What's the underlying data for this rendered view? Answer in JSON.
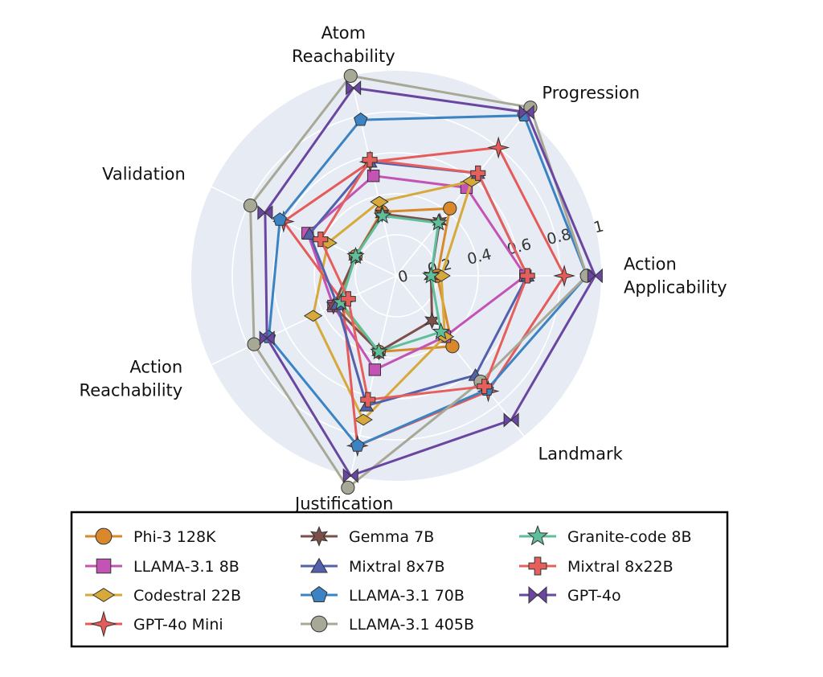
{
  "chart_data": {
    "type": "radar",
    "axes": [
      {
        "name": "Action Applicability",
        "lines": [
          "Action",
          "Applicability"
        ]
      },
      {
        "name": "Progression",
        "lines": [
          "Progression"
        ]
      },
      {
        "name": "Atom Reachability",
        "lines": [
          "Atom",
          "Reachability"
        ]
      },
      {
        "name": "Validation",
        "lines": [
          "Validation"
        ]
      },
      {
        "name": "Action Reachability",
        "lines": [
          "Action",
          "Reachability"
        ]
      },
      {
        "name": "Justification",
        "lines": [
          "Justification"
        ]
      },
      {
        "name": "Landmark",
        "lines": [
          "Landmark"
        ]
      }
    ],
    "rlim": [
      0,
      1
    ],
    "r_ticks": [
      0,
      0.2,
      0.4,
      0.6,
      0.8,
      1
    ],
    "r_tick_labels": [
      "0",
      "0.2",
      "0.4",
      "0.6",
      "0.8",
      "1"
    ],
    "grid": true,
    "legend_position": "bottom",
    "series": [
      {
        "name": "Phi-3 128K",
        "color": "#d9892b",
        "marker": "circle",
        "values": [
          0.2,
          0.42,
          0.32,
          0.22,
          0.31,
          0.38,
          0.44
        ]
      },
      {
        "name": "LLAMA-3.1 8B",
        "color": "#c353b4",
        "marker": "square",
        "values": [
          0.63,
          0.55,
          0.5,
          0.48,
          0.34,
          0.47,
          0.38
        ]
      },
      {
        "name": "Codestral 22B",
        "color": "#d6a93a",
        "marker": "diamond",
        "values": [
          0.22,
          0.59,
          0.37,
          0.37,
          0.45,
          0.72,
          0.38
        ]
      },
      {
        "name": "GPT-4o Mini",
        "color": "#e55b5a",
        "marker": "star4",
        "values": [
          0.82,
          0.8,
          0.57,
          0.61,
          0.29,
          0.85,
          0.72
        ]
      },
      {
        "name": "Gemma 7B",
        "color": "#7b4f4a",
        "marker": "star6",
        "values": [
          0.17,
          0.34,
          0.31,
          0.22,
          0.34,
          0.38,
          0.28
        ]
      },
      {
        "name": "Mixtral 8x7B",
        "color": "#5361ac",
        "marker": "triangle",
        "values": [
          0.64,
          0.64,
          0.57,
          0.47,
          0.32,
          0.65,
          0.62
        ]
      },
      {
        "name": "LLAMA-3.1 70B",
        "color": "#3b83c3",
        "marker": "pentagon",
        "values": [
          0.93,
          1.0,
          0.78,
          0.63,
          0.69,
          0.85,
          0.71
        ]
      },
      {
        "name": "LLAMA-3.1 405B",
        "color": "#a8a897",
        "marker": "circle",
        "values": [
          0.93,
          1.05,
          1.0,
          0.79,
          0.77,
          1.06,
          0.66
        ]
      },
      {
        "name": "Granite-code 8B",
        "color": "#5fbf9a",
        "marker": "star5",
        "values": [
          0.17,
          0.33,
          0.3,
          0.22,
          0.3,
          0.38,
          0.35
        ]
      },
      {
        "name": "Mixtral 8x22B",
        "color": "#e5605c",
        "marker": "plus",
        "values": [
          0.64,
          0.64,
          0.58,
          0.41,
          0.26,
          0.62,
          0.69
        ]
      },
      {
        "name": "GPT-4o",
        "color": "#6a46a0",
        "marker": "bowtie",
        "values": [
          0.97,
          1.02,
          0.94,
          0.71,
          0.7,
          1.0,
          0.9
        ]
      }
    ],
    "legend_columns": [
      [
        "Phi-3 128K",
        "LLAMA-3.1 8B",
        "Codestral 22B",
        "GPT-4o Mini"
      ],
      [
        "Gemma 7B",
        "Mixtral 8x7B",
        "LLAMA-3.1 70B",
        "LLAMA-3.1 405B"
      ],
      [
        "Granite-code 8B",
        "Mixtral 8x22B",
        "GPT-4o"
      ]
    ],
    "colors": {
      "plot_background": "#e6ebf4",
      "grid": "#ffffff"
    }
  }
}
